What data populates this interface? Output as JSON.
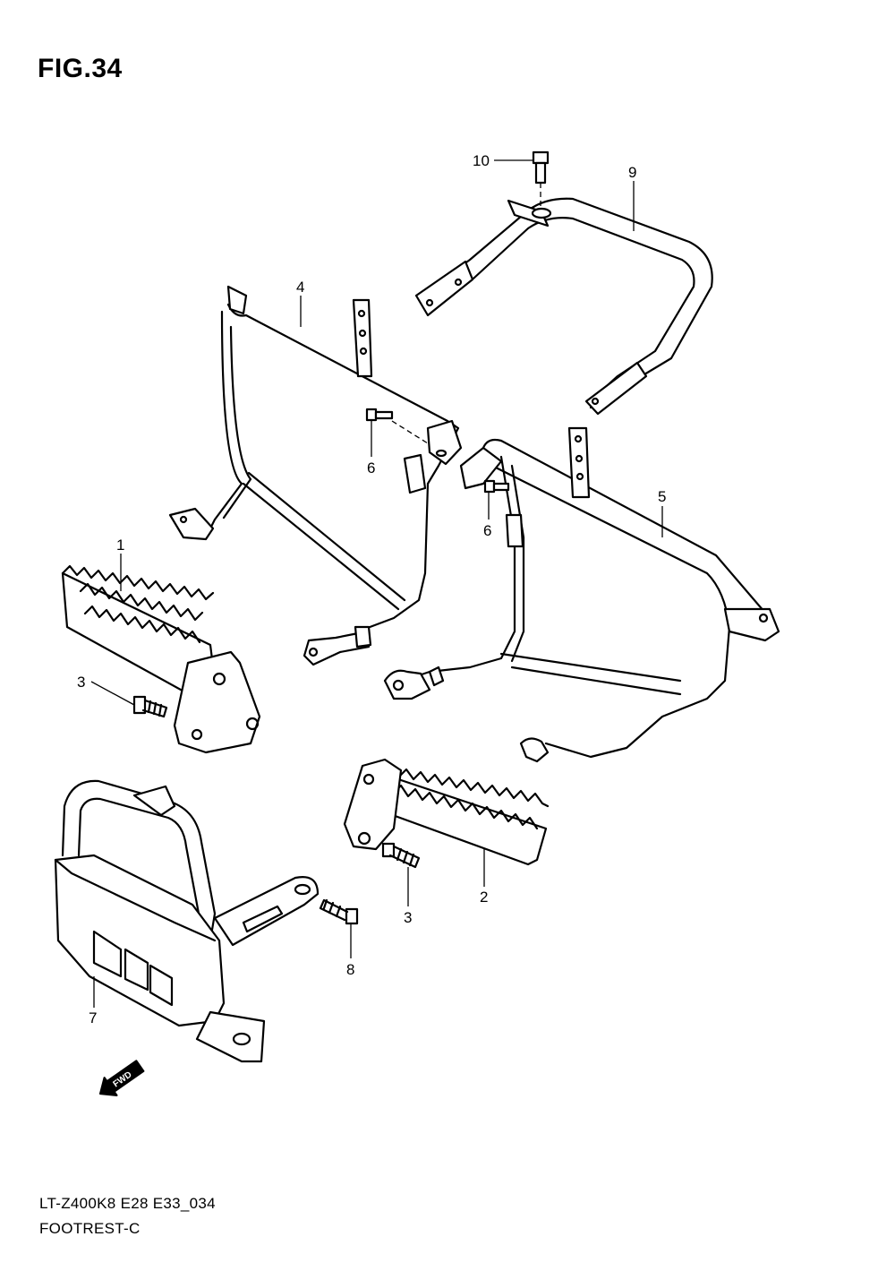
{
  "figure": {
    "title": "FIG.34",
    "model_code": "LT-Z400K8 E28 E33_034",
    "section_name": "FOOTREST-C"
  },
  "callouts": [
    {
      "id": "1",
      "label": "1"
    },
    {
      "id": "2",
      "label": "2"
    },
    {
      "id": "3a",
      "label": "3"
    },
    {
      "id": "3b",
      "label": "3"
    },
    {
      "id": "4",
      "label": "4"
    },
    {
      "id": "5",
      "label": "5"
    },
    {
      "id": "6a",
      "label": "6"
    },
    {
      "id": "6b",
      "label": "6"
    },
    {
      "id": "7",
      "label": "7"
    },
    {
      "id": "8",
      "label": "8"
    },
    {
      "id": "9",
      "label": "9"
    },
    {
      "id": "10",
      "label": "10"
    }
  ],
  "fwd_arrow": {
    "label": "FWD",
    "icon": "fwd-arrow-icon"
  }
}
